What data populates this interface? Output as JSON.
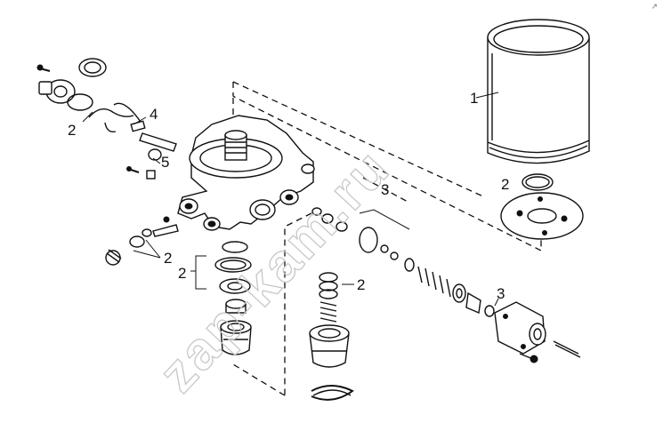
{
  "watermark": "zap-kam.ru",
  "callouts": {
    "part_1": "1",
    "part_2_filter_gasket": "2",
    "part_2_top_left": "2",
    "part_2_left_mid": "2",
    "part_2_left_lower": "2",
    "part_2_center": "2",
    "part_3_upper": "3",
    "part_3_lower": "3",
    "part_4": "4",
    "part_5": "5"
  },
  "corner_icon": "arrow-icon",
  "colors": {
    "line": "#111111",
    "watermark": "#c8c8c8",
    "background": "#ffffff"
  }
}
